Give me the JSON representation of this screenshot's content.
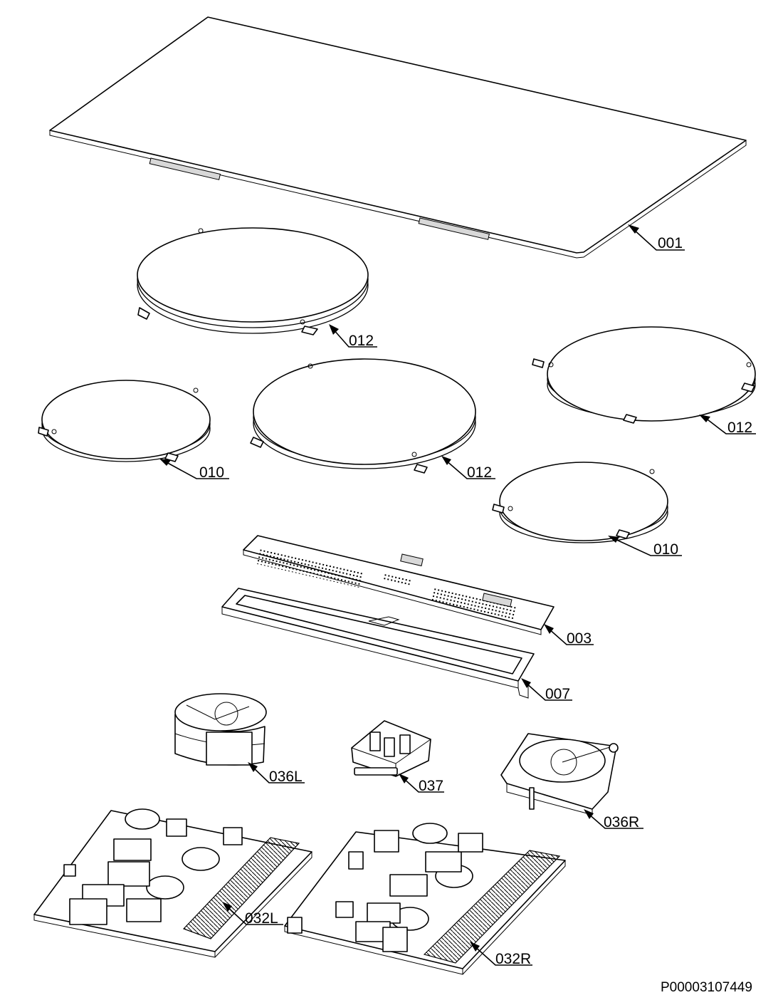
{
  "callouts": {
    "glass": "001",
    "coil_top_left": "012",
    "coil_left_small": "010",
    "coil_center_large": "012",
    "coil_right_top": "012",
    "coil_right_small": "010",
    "control_board": "003",
    "control_frame": "007",
    "fan_left": "036L",
    "filter_module": "037",
    "fan_right": "036R",
    "power_board_left": "032L",
    "power_board_right": "032R"
  },
  "document_id": "P00003107449"
}
